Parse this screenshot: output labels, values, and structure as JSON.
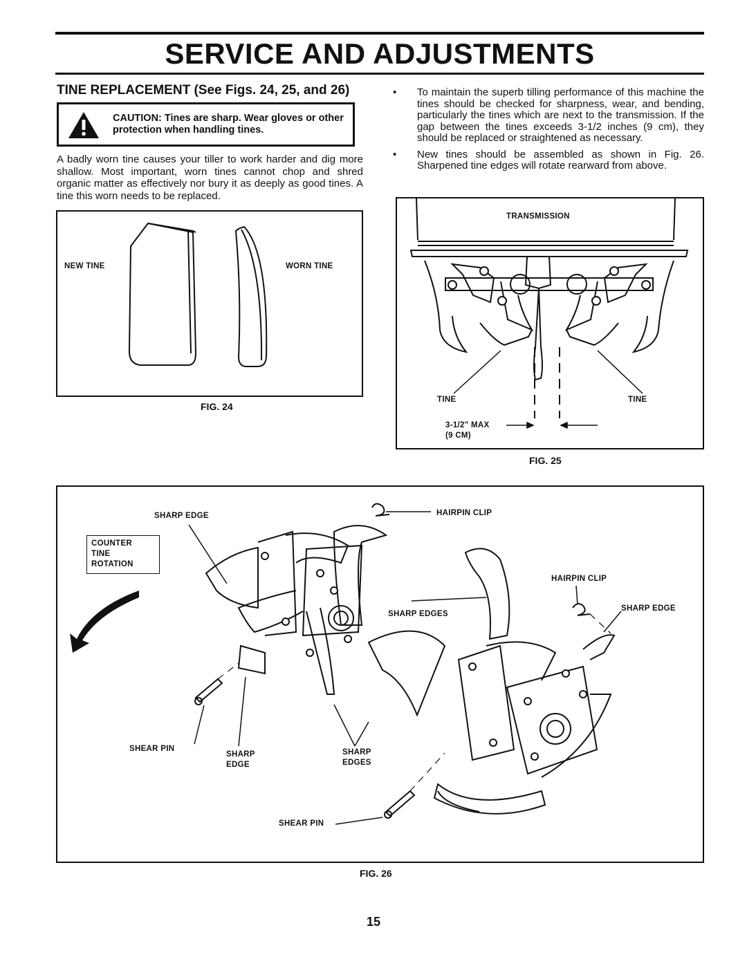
{
  "header": {
    "title": "SERVICE AND ADJUSTMENTS"
  },
  "section": {
    "heading": "TINE REPLACEMENT (See Figs. 24, 25, and 26)"
  },
  "caution": {
    "icon": "warning-triangle-icon",
    "text": "CAUTION: Tines are sharp. Wear gloves or other protection when handling tines."
  },
  "left_paragraph": "A badly worn tine causes your tiller to work harder and dig more shallow. Most important, worn tines cannot chop and shred organic matter as effectively nor bury it as deeply as good tines. A tine this worn needs to be replaced.",
  "bullets": [
    "To maintain the superb tilling performance of this machine the tines should be checked for sharpness, wear, and bending, particularly the tines which are next to the transmission. If the gap between the tines exceeds 3-1/2 inches (9 cm), they should be replaced or straightened as necessary.",
    "New tines should be assembled as shown in Fig. 26. Sharpened tine edges will rotate rearward from above."
  ],
  "bullet_symbol": "•",
  "fig24": {
    "caption": "FIG. 24",
    "label_new": "NEW TINE",
    "label_worn": "WORN TINE"
  },
  "fig25": {
    "caption": "FIG. 25",
    "label_transmission": "TRANSMISSION",
    "label_tine_left": "TINE",
    "label_tine_right": "TINE",
    "label_gap": "3-1/2\" MAX",
    "label_gap_metric": "(9 CM)"
  },
  "fig26": {
    "caption": "FIG. 26",
    "rotation_box": [
      "COUNTER",
      "TINE",
      "ROTATION"
    ],
    "label_sharp_edge_top": "SHARP EDGE",
    "label_hairpin_clip_top": "HAIRPIN CLIP",
    "label_hairpin_clip_mid": "HAIRPIN CLIP",
    "label_sharp_edges_mid": "SHARP EDGES",
    "label_sharp_edge_right": "SHARP EDGE",
    "label_shear_pin_left": "SHEAR PIN",
    "label_sharp_edge_bottom_1": "SHARP",
    "label_sharp_edge_bottom_2": "EDGE",
    "label_sharp_edges_bottom_1": "SHARP",
    "label_sharp_edges_bottom_2": "EDGES",
    "label_shear_pin_bottom": "SHEAR PIN"
  },
  "footer": {
    "page_number": "15"
  }
}
